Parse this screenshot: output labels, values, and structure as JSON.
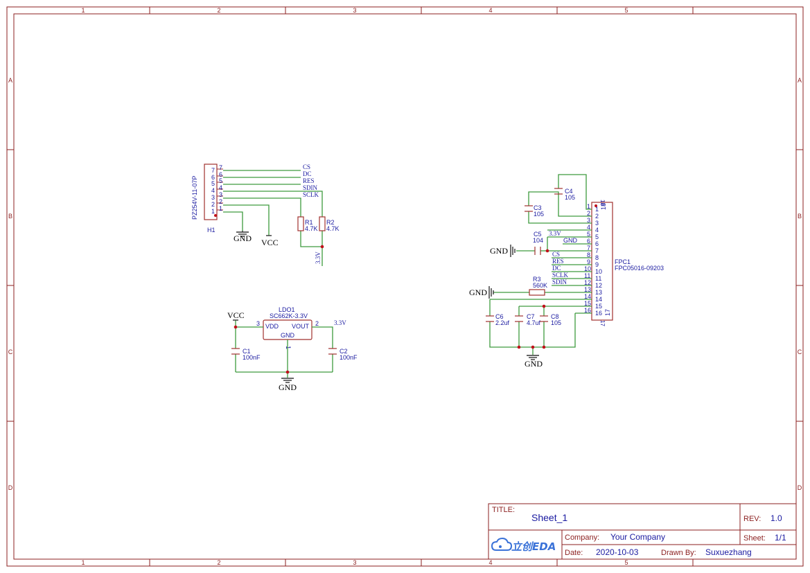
{
  "ruler": {
    "columns": [
      "1",
      "2",
      "3",
      "4",
      "5"
    ],
    "rows": [
      "A",
      "B",
      "C",
      "D"
    ]
  },
  "connector_h1": {
    "part": "PZ254V-11-07P",
    "designator": "H1",
    "pins": [
      "7",
      "6",
      "5",
      "4",
      "3",
      "2",
      "1"
    ],
    "nets": [
      "CS",
      "DC",
      "RES",
      "SDIN",
      "SCLK"
    ]
  },
  "r1": {
    "designator": "R1",
    "value": "4.7K"
  },
  "r2": {
    "designator": "R2",
    "value": "4.7K"
  },
  "ldo": {
    "designator": "LDO1",
    "part": "SC662K-3.3V",
    "vdd": "VDD",
    "vout": "VOUT",
    "gnd": "GND",
    "pin_vdd": "3",
    "pin_vout": "2",
    "pin_gnd": "1"
  },
  "c1": {
    "designator": "C1",
    "value": "100nF"
  },
  "c2": {
    "designator": "C2",
    "value": "100nF"
  },
  "c3": {
    "designator": "C3",
    "value": "105"
  },
  "c4": {
    "designator": "C4",
    "value": "105"
  },
  "c5": {
    "designator": "C5",
    "value": "104"
  },
  "c6": {
    "designator": "C6",
    "value": "2.2uf"
  },
  "c7": {
    "designator": "C7",
    "value": "4.7uf"
  },
  "c8": {
    "designator": "C8",
    "value": "105"
  },
  "r3": {
    "designator": "R3",
    "value": "560K"
  },
  "fpc": {
    "designator": "FPC1",
    "part": "FPC05016-09203",
    "pins_left": [
      "1",
      "2",
      "3",
      "4",
      "5",
      "6",
      "7",
      "8",
      "9",
      "10",
      "11",
      "12",
      "13",
      "14",
      "15",
      "16"
    ],
    "pins_right": [
      "1",
      "2",
      "3",
      "4",
      "5",
      "6",
      "7",
      "8",
      "9",
      "10",
      "11",
      "12",
      "13",
      "14",
      "15",
      "16"
    ],
    "pin18": "18",
    "pin17": "17",
    "nets": [
      "CS",
      "RES",
      "DC",
      "SCLK",
      "SDIN"
    ]
  },
  "power": {
    "gnd": "GND",
    "vcc": "VCC",
    "v33": "3.3V",
    "gnd_net": "GND"
  },
  "title_block": {
    "title_label": "TITLE:",
    "title": "Sheet_1",
    "rev_label": "REV:",
    "rev": "1.0",
    "company_label": "Company:",
    "company": "Your Company",
    "sheet_label": "Sheet:",
    "sheet": "1/1",
    "date_label": "Date:",
    "date": "2020-10-03",
    "drawn_label": "Drawn By:",
    "drawn_by": "Suxuezhang",
    "logo_text": "立创EDA"
  }
}
